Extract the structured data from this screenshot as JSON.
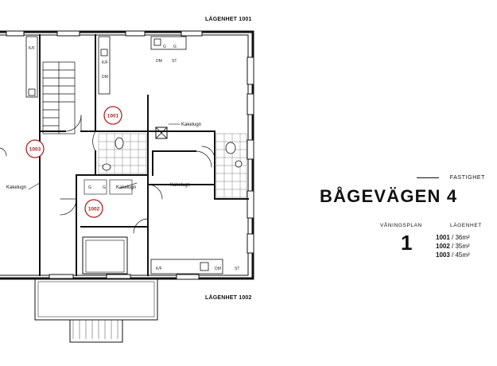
{
  "plan": {
    "unit_label_top": "LÄGENHET 1001",
    "unit_label_bottom": "LÄGENHET 1002",
    "room_numbers": [
      "1001",
      "1002",
      "1003"
    ],
    "callouts": [
      "Kakelugn",
      "Kakelugn",
      "Kakelugn",
      "Kakelugn"
    ],
    "fixture_labels": [
      "K/F",
      "G",
      "G",
      "DM",
      "K/F",
      "DM",
      "ST",
      "G",
      "G",
      "K/F",
      "DM",
      "ST"
    ]
  },
  "info": {
    "property_label": "FASTIGHET",
    "property_name": "BÅGEVÄGEN 4",
    "floor_label": "VÅNINGSPLAN",
    "floor_number": "1",
    "apartment_label": "LÄGENHET",
    "apartments": [
      {
        "number": "1001",
        "area": "/ 36m²"
      },
      {
        "number": "1002",
        "area": "/ 35m²"
      },
      {
        "number": "1003",
        "area": "/ 45m²"
      }
    ]
  }
}
